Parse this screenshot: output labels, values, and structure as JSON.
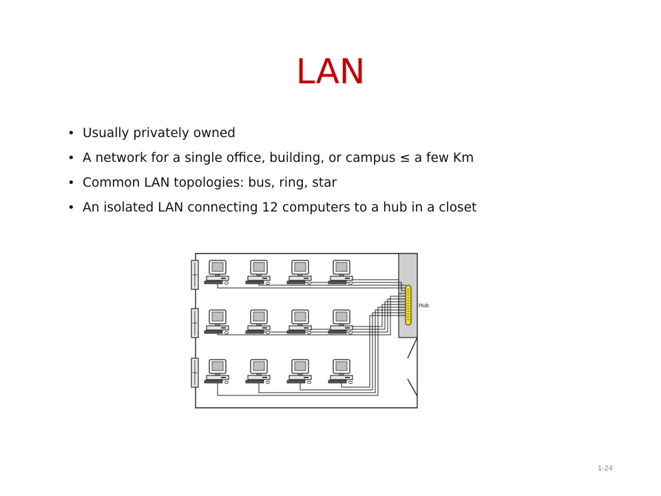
{
  "slide": {
    "title": "LAN",
    "bullets": [
      "Usually privately owned",
      "A network for a single office, building, or campus ≤ a few Km",
      "Common LAN topologies: bus, ring, star",
      "An isolated LAN connecting 12 computers to a hub in a closet"
    ],
    "page_number": "1-24"
  },
  "diagram": {
    "hub_label": "Hub",
    "computer_count": 12,
    "hub_color": "#f2e21a",
    "closet_color": "#d0d0d0",
    "icons": [
      "computer-icon",
      "window-icon",
      "hub-icon"
    ]
  }
}
